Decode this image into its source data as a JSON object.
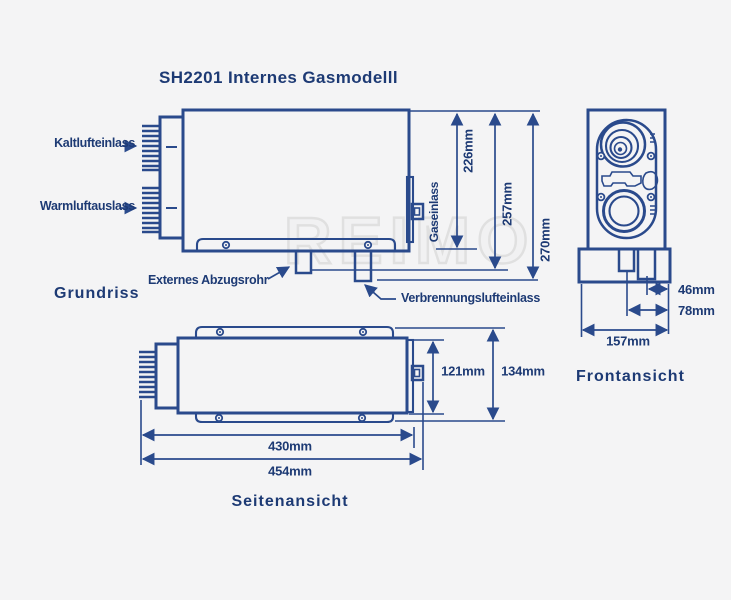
{
  "title": "SH2201 Internes Gasmodelll",
  "watermark": "REIMO",
  "colors": {
    "ink": "#1d3a74",
    "line": "#2a4a8c",
    "watermark": "#dadada",
    "background": "#f4f4f5"
  },
  "views": {
    "plan": {
      "name": "Grundriss",
      "labels": {
        "cold_air_inlet": "Kaltlufteinlass",
        "warm_air_outlet": "Warmluftauslass",
        "external_flue_pipe": "Externes Abzugsrohr",
        "combustion_air_inlet": "Verbrennungslufteinlass",
        "gas_inlet": "Gaseinlass"
      },
      "dims": {
        "body_depth": "226mm",
        "flue_depth": "257mm",
        "total_depth": "270mm"
      }
    },
    "side": {
      "name": "Seitenansicht",
      "dims": {
        "body_height": "121mm",
        "total_height": "134mm",
        "body_length": "430mm",
        "total_length": "454mm"
      }
    },
    "front": {
      "name": "Frontansicht",
      "dims": {
        "stub_offset_small": "46mm",
        "stub_offset_large": "78mm",
        "total_width": "157mm"
      }
    }
  }
}
